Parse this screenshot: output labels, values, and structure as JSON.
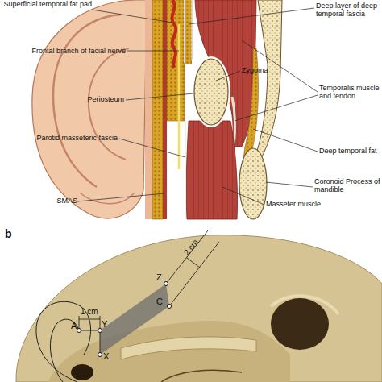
{
  "diagram": {
    "labels": [
      "Superficial temporal fat pad",
      "Deep layer of deep temporal fascia",
      "Frontal branch of facial nerve",
      "Zygoma",
      "Temporalis muscle and tendon",
      "Periosteum",
      "Deep temporal fat",
      "Parotid masseteric fascia",
      "Coronoid Process of mandible",
      "SMAS",
      "Masseter muscle",
      "b",
      "Z",
      "2 cm",
      "C",
      "1 cm",
      "A",
      "Y",
      "X"
    ]
  }
}
